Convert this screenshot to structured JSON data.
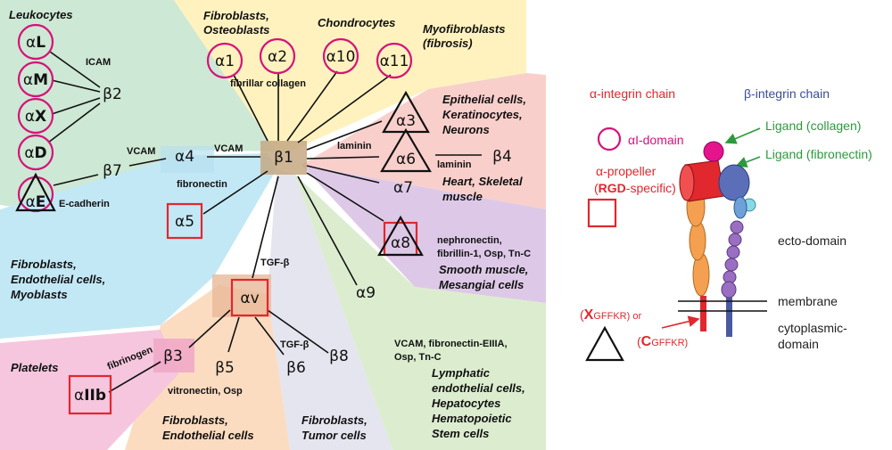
{
  "colors": {
    "magenta": "#d6127a",
    "red": "#e0282e",
    "black": "#111111",
    "leukocytes_sector": "#cde8d4",
    "fibroblasts_sector": "#fff2bf",
    "epithelial_sector": "#f9cfcb",
    "endothelial_sector": "#c3e8f5",
    "smooth_muscle_sector": "#ddc9e7",
    "lymphatic_sector": "#dcedcf",
    "tumor_sector": "#e5e5f0",
    "fibroblasts_endothelial_sector": "#fcdcc0",
    "platelets_sector": "#f6c6de",
    "alpha_color": "#e02020",
    "beta_color": "#3a4d9a",
    "ligand_color": "#2b9a3c"
  },
  "cell_types": {
    "leukocytes": "Leukocytes",
    "fibroblasts_osteoblasts": [
      "Fibroblasts,",
      "Osteoblasts"
    ],
    "chondrocytes": "Chondrocytes",
    "myofibroblasts": [
      "Myofibroblasts",
      "(fibrosis)"
    ],
    "epithelial": [
      "Epithelial cells,",
      "Keratinocytes,",
      "Neurons"
    ],
    "heart": [
      "Heart, Skeletal",
      "muscle"
    ],
    "smooth_muscle": [
      "Smooth muscle,",
      "Mesangial cells"
    ],
    "endothelial": [
      "Fibroblasts,",
      "Endothelial cells,",
      "Myoblasts"
    ],
    "lymphatic": [
      "Lymphatic",
      "endothelial cells,",
      "Hepatocytes",
      "Hematopoietic",
      "Stem cells"
    ],
    "platelets": "Platelets",
    "fib_endo": [
      "Fibroblasts,",
      "Endothelial cells"
    ],
    "fib_tumor": [
      "Fibroblasts,",
      "Tumor cells"
    ]
  },
  "subunits": {
    "aL": {
      "greek": "α",
      "letter": "L"
    },
    "aM": {
      "greek": "α",
      "letter": "M"
    },
    "aX": {
      "greek": "α",
      "letter": "X"
    },
    "aD": {
      "greek": "α",
      "letter": "D"
    },
    "aE": {
      "greek": "α",
      "letter": "E"
    },
    "a1": {
      "greek": "α",
      "letter": "1"
    },
    "a2": {
      "greek": "α",
      "letter": "2"
    },
    "a10": {
      "greek": "α",
      "letter": "10"
    },
    "a11": {
      "greek": "α",
      "letter": "11"
    },
    "a3": {
      "greek": "α",
      "letter": "3"
    },
    "a6": {
      "greek": "α",
      "letter": "6"
    },
    "a7": {
      "greek": "α",
      "letter": "7"
    },
    "a8": {
      "greek": "α",
      "letter": "8"
    },
    "a9": {
      "greek": "α",
      "letter": "9"
    },
    "a4": {
      "greek": "α",
      "letter": "4"
    },
    "a5": {
      "greek": "α",
      "letter": "5"
    },
    "av": {
      "greek": "α",
      "letter": "v"
    },
    "aIIb": {
      "greek": "α",
      "letter": "IIb"
    },
    "b1": {
      "greek": "β",
      "letter": "1"
    },
    "b2": {
      "greek": "β",
      "letter": "2"
    },
    "b7": {
      "greek": "β",
      "letter": "7"
    },
    "b3": {
      "greek": "β",
      "letter": "3"
    },
    "b4": {
      "greek": "β",
      "letter": "4"
    },
    "b5": {
      "greek": "β",
      "letter": "5"
    },
    "b6": {
      "greek": "β",
      "letter": "6"
    },
    "b8": {
      "greek": "β",
      "letter": "8"
    }
  },
  "ligands": {
    "icam": "ICAM",
    "vcam_b7": "VCAM",
    "ecadherin": "E-cadherin",
    "vcam_b1": "VCAM",
    "fibrillar_collagen": "fibrillar collagen",
    "laminin_a6": "laminin",
    "laminin_b4": "laminin",
    "fibronectin_a5": "fibronectin",
    "nephronectin": [
      "nephronectin,",
      "fibrillin-1, Osp, Tn-C"
    ],
    "tgfb_av": "TGF-β",
    "tgfb_b6": "TGF-β",
    "vcam_a9": [
      "VCAM, fibronectin-EIIIA,",
      "Osp, Tn-C"
    ],
    "fibrinogen": "fibrinogen",
    "vitronectin": "vitronectin, Osp"
  },
  "legend": {
    "alpha_chain": "α-integrin chain",
    "beta_chain": "β-integrin chain",
    "ai_domain": "αI-domain",
    "ligand_collagen": "Ligand (collagen)",
    "ligand_fibronectin": "Ligand (fibronectin)",
    "propeller_line1": "α-propeller",
    "propeller_rgd": "RGD",
    "propeller_specific": "-specific)",
    "ecto_domain": "ecto-domain",
    "membrane": "membrane",
    "cytoplasmic_line1": "cytoplasmic-",
    "cytoplasmic_line2": "domain",
    "motif_x_bold": "X",
    "motif_x_rest": "GFFKR) or",
    "motif_c_bold": "C",
    "motif_c_rest": "GFFKR)"
  }
}
